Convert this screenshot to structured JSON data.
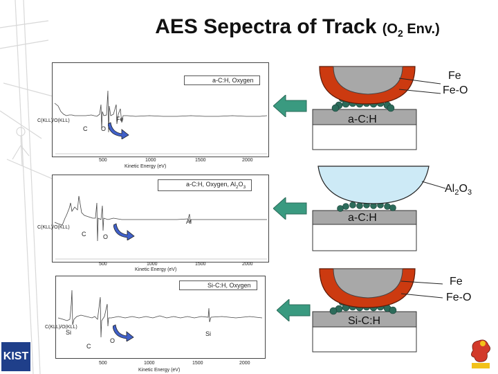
{
  "title": {
    "main": "AES Sepectra of Track",
    "env": "(O",
    "env_sub": "2",
    "env_end": " Env.)"
  },
  "colors": {
    "iron": "#cc3a10",
    "steel": "#a8a8a8",
    "sapphire": "#cdeaf6",
    "debris": "#2c6b5a",
    "film": "#a8a8a8",
    "arrow": "#3a9a80"
  },
  "panels": [
    {
      "legend": "a-C:H, Oxygen",
      "x_ticks": [
        "500",
        "1000",
        "1500",
        "2000"
      ],
      "x_title": "Kinetic Energy (eV)",
      "y_label": "C(KLL)/O(KLL)",
      "peaks": [
        "C",
        "O",
        "Fe"
      ],
      "labels": [
        "Fe",
        "Fe-O"
      ],
      "film": "a-C:H"
    },
    {
      "legend": "a-C:H, Oxygen, Al",
      "legend_sub": "2",
      "legend_end": "O",
      "legend_sub2": "3",
      "x_ticks": [
        "500",
        "1000",
        "1500",
        "2000"
      ],
      "x_title": "Kinetic Energy (eV)",
      "y_label": "C(KLL)/O(KLL)",
      "peaks": [
        "C",
        "O",
        "Al"
      ],
      "label_main": "Al",
      "label_sub1": "2",
      "label_mid": "O",
      "label_sub2": "3",
      "film": "a-C:H"
    },
    {
      "legend": "Si-C:H, Oxygen",
      "x_ticks": [
        "500",
        "1000",
        "1500",
        "2000"
      ],
      "x_title": "Kinetic Energy (eV)",
      "y_label": "C(KLL)/O(KLL)",
      "peaks": [
        "Si",
        "C",
        "O",
        "Si"
      ],
      "labels": [
        "Fe",
        "Fe-O"
      ],
      "film": "Si-C:H"
    }
  ],
  "logo": {
    "text": "KIST"
  }
}
